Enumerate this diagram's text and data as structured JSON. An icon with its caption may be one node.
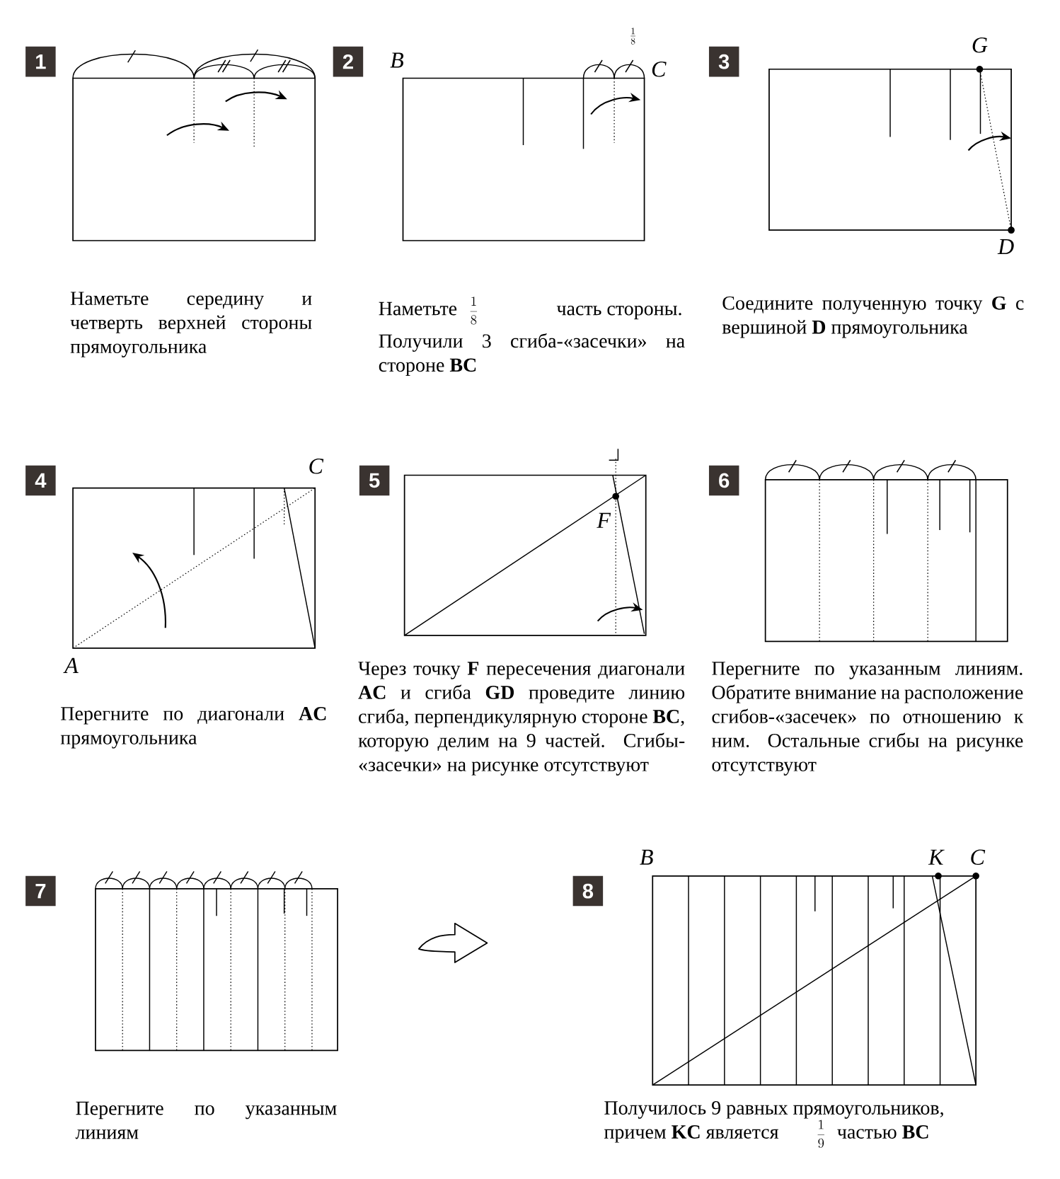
{
  "diagram": {
    "nodes": [
      {
        "text": [
          "1"
        ]
      },
      {
        "text": [
          "2"
        ]
      },
      {
        "text": [
          "3"
        ]
      },
      {
        "text": [
          "4"
        ]
      },
      {
        "text": [
          "5"
        ]
      },
      {
        "text": [
          "6"
        ]
      },
      {
        "text": [
          "7"
        ]
      },
      {
        "text": [
          "8"
        ]
      }
    ],
    "labels": [
      "B",
      "\\frac{1}{8}",
      "C",
      "G",
      "D",
      "Наметьте середину и четверть верхней стороны прямоугольника",
      "Наметьте",
      "\\frac{1}{8}",
      "часть стороны.",
      "Получили 3 сгиба-«засечки» на стороне **BC**",
      "Соедините полученную точку **G** с вершиной **D** прямоугольника",
      "C",
      "A",
      "F",
      "Перегните по диагонали **AC** прямоугольника",
      "Через точку **F** пересечения диагонали **AC** и сгиба **GD** проведите линию сгиба, перпендикулярную стороне **BC**, которую делим на 9 частей. Сгибы-«засечки» на рисунке отсутствуют",
      "Перегните по указанным линиям. Обратите внимание на расположение сгибов-«засечек» по отношению к ним. Остальные сгибы на рисунке отсутствуют",
      "B",
      "K",
      "C",
      "Перегните по указанным линиям",
      "Получилось 9 равных прямоугольников,",
      "причем **KC** является",
      "\\frac{1}{9}",
      "частью **BC**"
    ]
  }
}
